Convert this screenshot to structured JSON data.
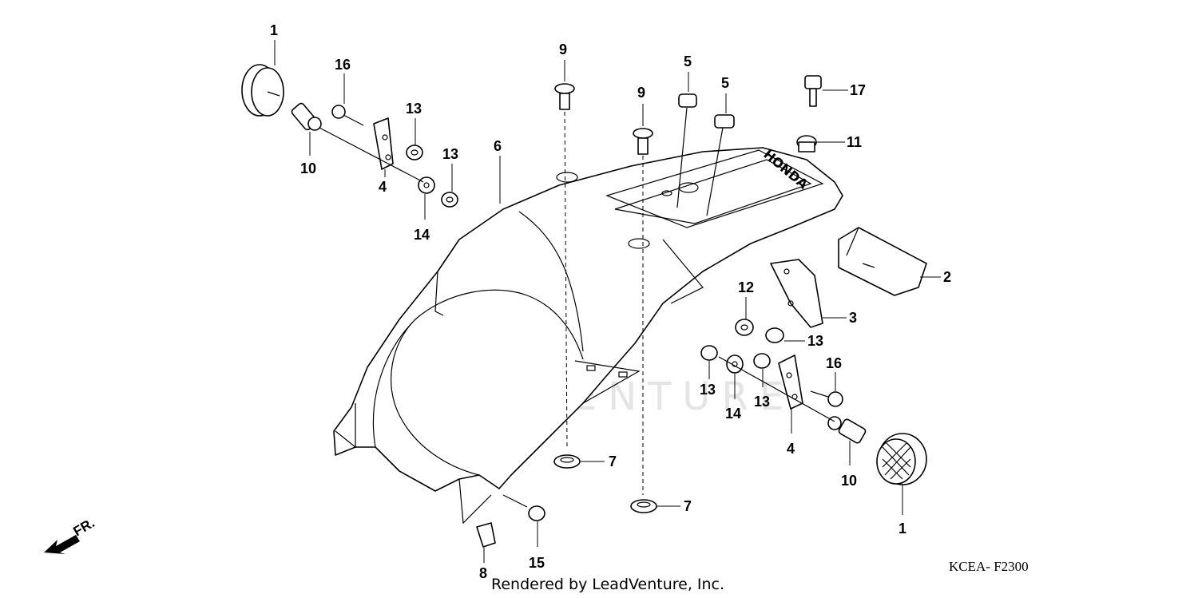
{
  "diagram": {
    "watermark": "LEADVENTURE",
    "logo_text": "HONDA",
    "footer_credit": "Rendered by LeadVenture, Inc.",
    "diagram_code": "KCEA- F2300",
    "front_indicator": "FR.",
    "callouts": [
      {
        "label": "1"
      },
      {
        "label": "16"
      },
      {
        "label": "13"
      },
      {
        "label": "13"
      },
      {
        "label": "10"
      },
      {
        "label": "4"
      },
      {
        "label": "14"
      },
      {
        "label": "6"
      },
      {
        "label": "9"
      },
      {
        "label": "9"
      },
      {
        "label": "5"
      },
      {
        "label": "5"
      },
      {
        "label": "17"
      },
      {
        "label": "11"
      },
      {
        "label": "2"
      },
      {
        "label": "12"
      },
      {
        "label": "3"
      },
      {
        "label": "13"
      },
      {
        "label": "13"
      },
      {
        "label": "13"
      },
      {
        "label": "14"
      },
      {
        "label": "16"
      },
      {
        "label": "4"
      },
      {
        "label": "10"
      },
      {
        "label": "1"
      },
      {
        "label": "7"
      },
      {
        "label": "7"
      },
      {
        "label": "15"
      },
      {
        "label": "8"
      }
    ]
  }
}
